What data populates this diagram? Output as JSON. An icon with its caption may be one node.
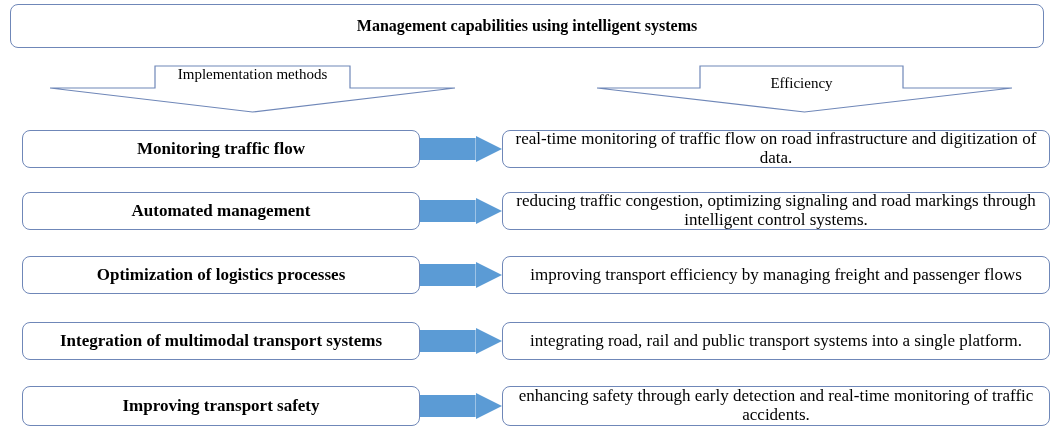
{
  "diagram": {
    "nodes": [
      {
        "text": [
          "Management capabilities using intelligent systems"
        ]
      },
      {
        "text": [
          "Implementation methods"
        ]
      },
      {
        "text": [
          "Efficiency"
        ]
      },
      {
        "text": [
          "Monitoring traffic flow"
        ]
      },
      {
        "text": [
          "real-time monitoring of traffic flow on road infrastructure and digitization of data."
        ]
      },
      {
        "text": [
          "Automated management"
        ]
      },
      {
        "text": [
          "reducing traffic congestion, optimizing signaling and road markings through intelligent control systems."
        ]
      },
      {
        "text": [
          "Optimization of logistics processes"
        ]
      },
      {
        "text": [
          "improving transport efficiency by managing freight and passenger flows"
        ]
      },
      {
        "text": [
          "Integration of multimodal transport systems"
        ]
      },
      {
        "text": [
          "integrating road, rail and public transport systems into a single platform."
        ]
      },
      {
        "text": [
          "Improving transport safety"
        ]
      },
      {
        "text": [
          "enhancing safety through early detection and real-time monitoring of traffic accidents."
        ]
      }
    ],
    "edges": [
      {
        "from": 3,
        "to": 4,
        "arrow": "to"
      },
      {
        "from": 5,
        "to": 6,
        "arrow": "to"
      },
      {
        "from": 7,
        "to": 8,
        "arrow": "to"
      },
      {
        "from": 9,
        "to": 10,
        "arrow": "to"
      },
      {
        "from": 11,
        "to": 12,
        "arrow": "to"
      }
    ]
  }
}
